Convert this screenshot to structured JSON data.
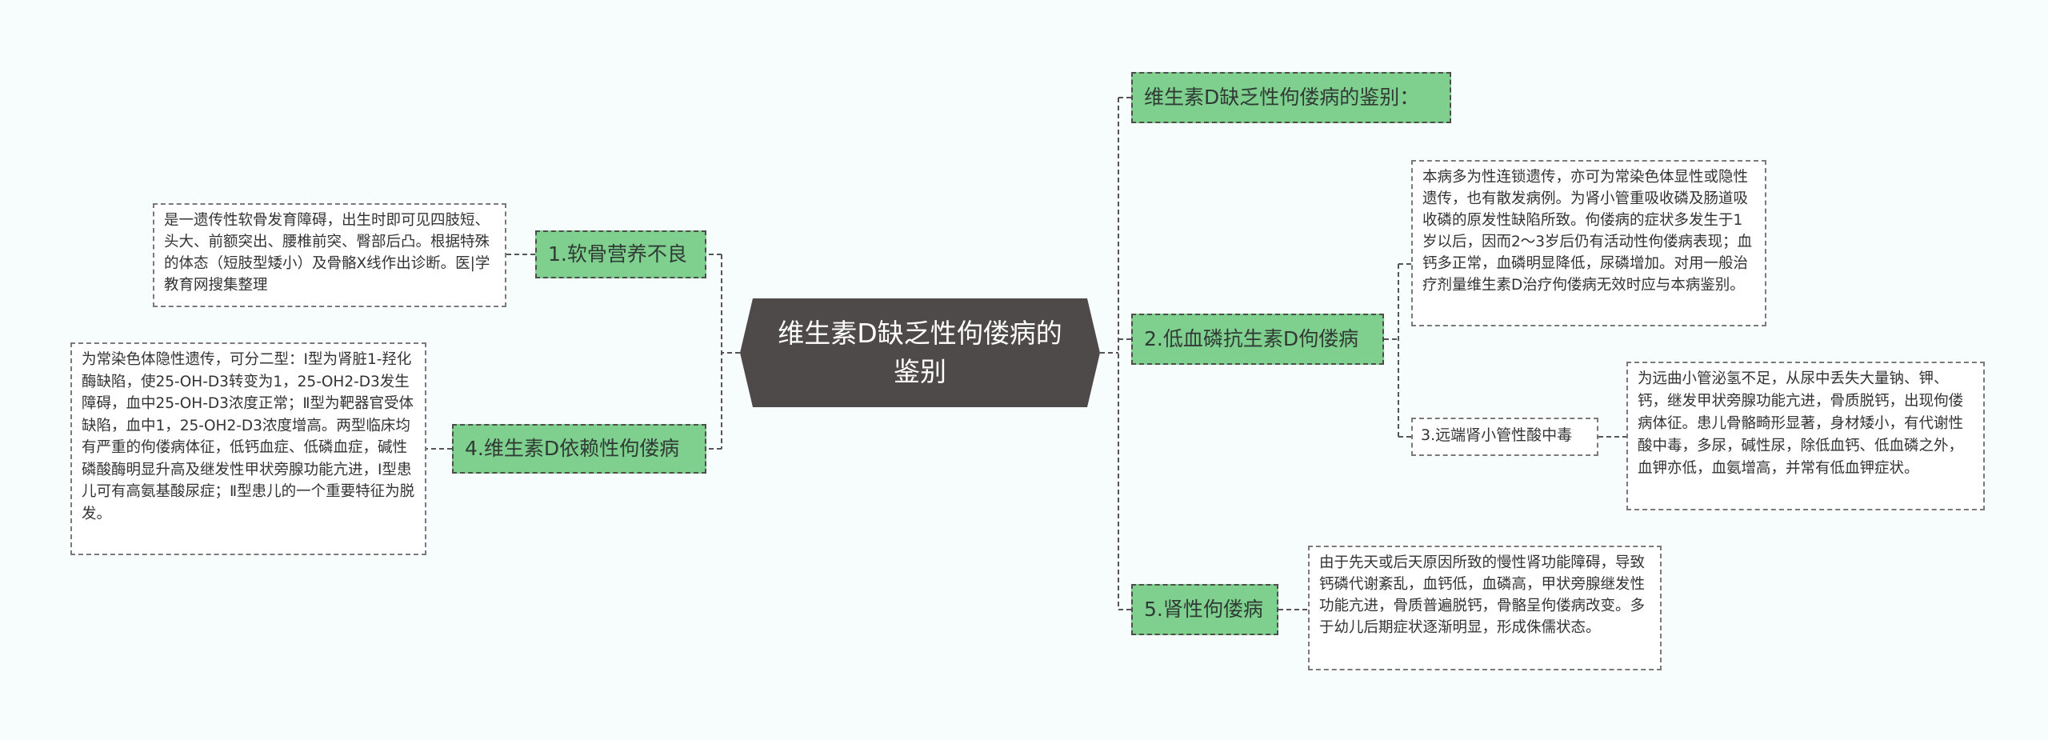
{
  "root": {
    "title": "维生素D缺乏性佝偻病的鉴别"
  },
  "right_branches": [
    {
      "label": "维生素D缺乏性佝偻病的鉴别："
    },
    {
      "label": "2.低血磷抗生素D佝偻病",
      "note": "本病多为性连锁遗传，亦可为常染色体显性或隐性遗传，也有散发病例。为肾小管重吸收磷及肠道吸收磷的原发性缺陷所致。佝偻病的症状多发生于1岁以后，因而2～3岁后仍有活动性佝偻病表现；血钙多正常，血磷明显降低，尿磷增加。对用一般治疗剂量维生素D治疗佝偻病无效时应与本病鉴别。",
      "sub_label": "3.远端肾小管性酸中毒",
      "sub_note": "为远曲小管泌氢不足，从尿中丢失大量钠、钾、钙，继发甲状旁腺功能亢进，骨质脱钙，出现佝偻病体征。患儿骨骼畸形显著，身材矮小，有代谢性酸中毒，多尿，碱性尿，除低血钙、低血磷之外，血钾亦低，血氨增高，并常有低血钾症状。"
    },
    {
      "label": "5.肾性佝偻病",
      "note": "由于先天或后天原因所致的慢性肾功能障碍，导致钙磷代谢紊乱，血钙低，血磷高，甲状旁腺继发性功能亢进，骨质普遍脱钙，骨骼呈佝偻病改变。多于幼儿后期症状逐渐明显，形成侏儒状态。"
    }
  ],
  "left_branches": [
    {
      "label": "1.软骨营养不良",
      "note": "是一遗传性软骨发育障碍，出生时即可见四肢短、头大、前额突出、腰椎前突、臀部后凸。根据特殊的体态（短肢型矮小）及骨骼X线作出诊断。医|学教育网搜集整理"
    },
    {
      "label": "4.维生素D依赖性佝偻病",
      "note": "为常染色体隐性遗传，可分二型：Ⅰ型为肾脏1-羟化酶缺陷，使25-OH-D3转变为1，25-OH2-D3发生障碍，血中25-OH-D3浓度正常；Ⅱ型为靶器官受体缺陷，血中1，25-OH2-D3浓度增高。两型临床均有严重的佝偻病体征，低钙血症、低磷血症，碱性磷酸酶明显升高及继发性甲状旁腺功能亢进，Ⅰ型患儿可有高氨基酸尿症；Ⅱ型患儿的一个重要特征为脱发。"
    }
  ],
  "colors": {
    "background": "#f7fcfd",
    "root_fill": "#4e4a49",
    "topic_fill": "#7fcf8e",
    "line": "#555555"
  }
}
